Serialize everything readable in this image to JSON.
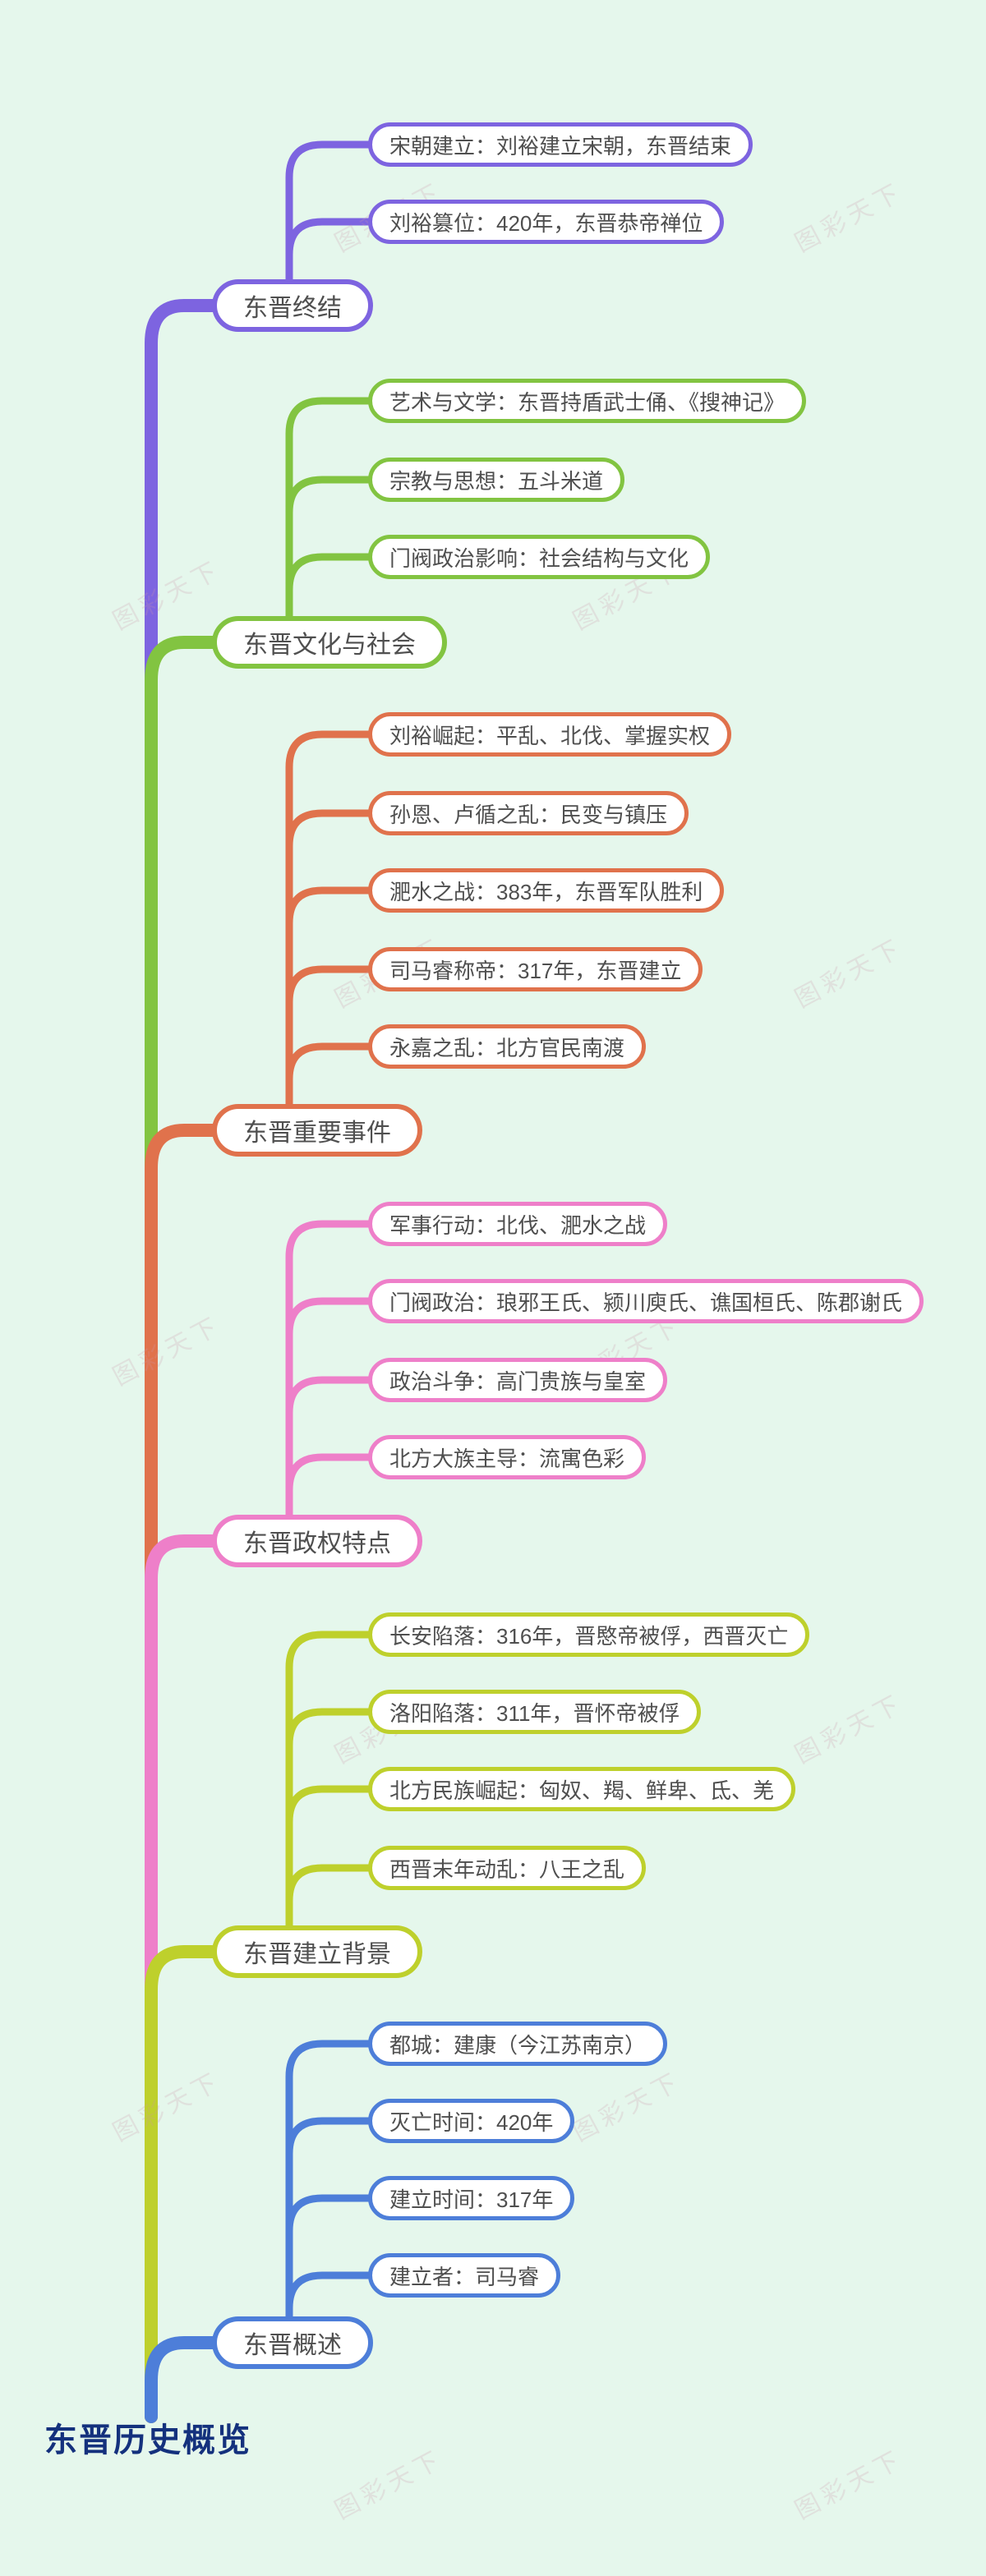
{
  "title": "东晋历史概览",
  "watermark": "图彩天下",
  "colors": {
    "background": "#e5f7ec",
    "node_fill": "#ffffff",
    "node_text": "#4f4f4f",
    "root_title_text": "#14317d"
  },
  "branches": [
    {
      "label": "东晋终结",
      "color": "#7d64e0",
      "children": [
        "宋朝建立：刘裕建立宋朝，东晋结束",
        "刘裕篡位：420年，东晋恭帝禅位"
      ]
    },
    {
      "label": "东晋文化与社会",
      "color": "#82c441",
      "children": [
        "艺术与文学：东晋持盾武士俑、《搜神记》",
        "宗教与思想：五斗米道",
        "门阀政治影响：社会结构与文化"
      ]
    },
    {
      "label": "东晋重要事件",
      "color": "#e0724c",
      "children": [
        "刘裕崛起：平乱、北伐、掌握实权",
        "孙恩、卢循之乱：民变与镇压",
        "淝水之战：383年，东晋军队胜利",
        "司马睿称帝：317年，东晋建立",
        "永嘉之乱：北方官民南渡"
      ]
    },
    {
      "label": "东晋政权特点",
      "color": "#ee7fc9",
      "children": [
        "军事行动：北伐、淝水之战",
        "门阀政治：琅邪王氏、颍川庾氏、谯国桓氏、陈郡谢氏",
        "政治斗争：高门贵族与皇室",
        "北方大族主导：流寓色彩"
      ]
    },
    {
      "label": "东晋建立背景",
      "color": "#bed02c",
      "children": [
        "长安陷落：316年，晋愍帝被俘，西晋灭亡",
        "洛阳陷落：311年，晋怀帝被俘",
        "北方民族崛起：匈奴、羯、鲜卑、氐、羌",
        "西晋末年动乱：八王之乱"
      ]
    },
    {
      "label": "东晋概述",
      "color": "#4d7ed9",
      "children": [
        "都城：建康（今江苏南京）",
        "灭亡时间：420年",
        "建立时间：317年",
        "建立者：司马睿"
      ]
    }
  ]
}
